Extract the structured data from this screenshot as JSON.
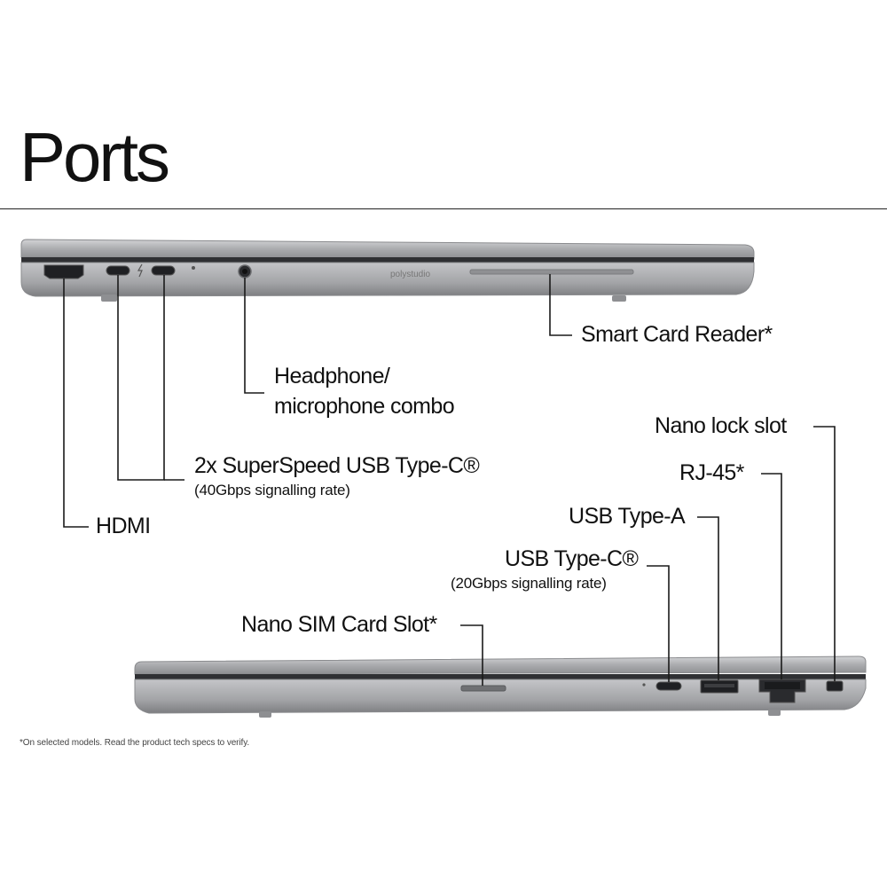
{
  "title": "Ports",
  "brand": "polystudio",
  "left_side": {
    "smart_card_reader": "Smart Card Reader*",
    "headphone_line1": "Headphone/",
    "headphone_line2": "microphone combo",
    "usb_c_main": "2x SuperSpeed USB Type-C®",
    "usb_c_sub": "(40Gbps signalling rate)",
    "hdmi": "HDMI"
  },
  "right_side": {
    "nano_lock": "Nano lock slot",
    "rj45": "RJ-45*",
    "usb_a": "USB Type-A",
    "usb_c_main": "USB Type-C®",
    "usb_c_sub": "(20Gbps signalling rate)",
    "nano_sim": "Nano SIM Card Slot*"
  },
  "footnote": "*On selected models. Read the product tech specs to verify.",
  "colors": {
    "chassis_light": "#b9babd",
    "chassis_mid": "#9c9da0",
    "chassis_dark": "#3a3b3e",
    "leader_line": "#1a1a1a"
  }
}
